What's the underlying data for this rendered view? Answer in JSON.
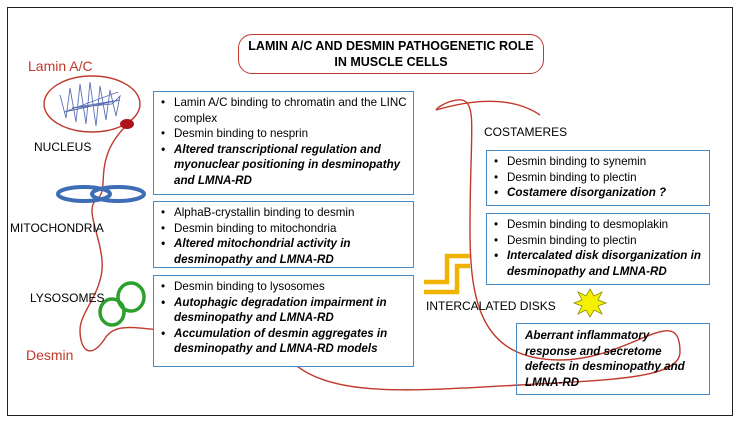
{
  "title": {
    "line1": "LAMIN A/C AND DESMIN PATHOGENETIC ROLE",
    "line2": "IN MUSCLE CELLS"
  },
  "labels": {
    "lamin": "Lamin A/C",
    "nucleus": "NUCLEUS",
    "mitochondria": "MITOCHONDRIA",
    "lysosomes": "LYSOSOMES",
    "desmin": "Desmin",
    "costameres": "COSTAMERES",
    "intercalated": "INTERCALATED DISKS"
  },
  "boxes": {
    "nucleus": [
      {
        "text": "Lamin A/C binding to chromatin and the LINC complex",
        "emphasis": false
      },
      {
        "text": "Desmin binding to nesprin",
        "emphasis": false
      },
      {
        "text": "Altered transcriptional regulation and myonuclear positioning in desminopathy and LMNA-RD",
        "emphasis": true
      }
    ],
    "mitochondria": [
      {
        "text": "AlphaB-crystallin binding to desmin",
        "emphasis": false
      },
      {
        "text": "Desmin binding to mitochondria",
        "emphasis": false
      },
      {
        "text": "Altered mitochondrial activity in desminopathy and LMNA-RD",
        "emphasis": true
      }
    ],
    "lysosomes": [
      {
        "text": "Desmin binding to lysosomes",
        "emphasis": false
      },
      {
        "text": "Autophagic degradation impairment in desminopathy and LMNA-RD",
        "emphasis": true
      },
      {
        "text": "Accumulation of desmin aggregates in desminopathy and LMNA-RD models",
        "emphasis": true
      }
    ],
    "costameres": [
      {
        "text": "Desmin binding to synemin",
        "emphasis": false
      },
      {
        "text": "Desmin binding to plectin",
        "emphasis": false
      },
      {
        "text": "Costamere disorganization ?",
        "emphasis": true
      }
    ],
    "intercalated": [
      {
        "text": "Desmin binding to desmoplakin",
        "emphasis": false
      },
      {
        "text": "Desmin binding to plectin",
        "emphasis": false
      },
      {
        "text": "Intercalated disk disorganization in desminopathy and LMNA-RD",
        "emphasis": true
      }
    ]
  },
  "inflammatory": "Aberrant inflammatory response and secretome defects in desminopathy and LMNA-RD",
  "colors": {
    "desmin_line": "#c0392b",
    "box_border": "#4a8ac4",
    "mitochondria": "#3d6db5",
    "lysosome": "#2ca02c",
    "intercalated_disk": "#f0b400",
    "star": "#f5f000"
  }
}
